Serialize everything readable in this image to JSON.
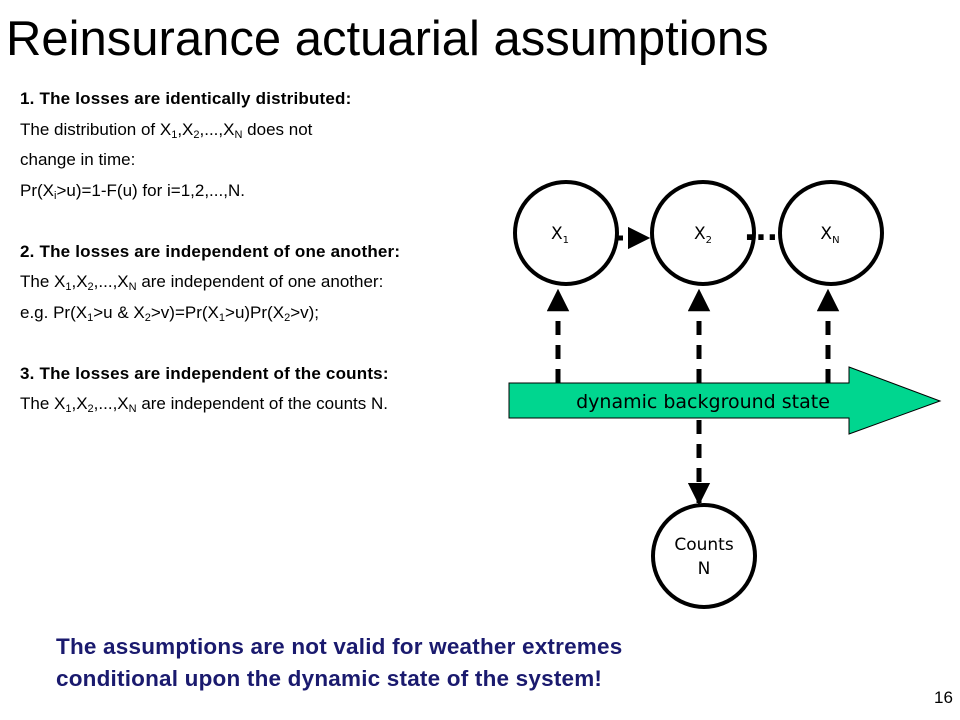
{
  "title": "Reinsurance actuarial assumptions",
  "assumptions": [
    {
      "heading": "1. The losses are identically distributed:",
      "lines": [
        [
          "The distribution of X",
          "1",
          ",X",
          "2",
          ",...,X",
          "N",
          "  does not"
        ],
        [
          "change in time:"
        ],
        [
          "Pr(X",
          "i",
          ">u)=1-F(u)  for i=1,2,...,N."
        ]
      ]
    },
    {
      "heading": "2. The losses are independent of one another:",
      "lines": [
        [
          "The X",
          "1",
          ",X",
          "2",
          ",...,X",
          "N",
          " are independent of one another:"
        ],
        [
          "e.g. Pr(X",
          "1",
          ">u & X",
          "2",
          ">v)=Pr(X",
          "1",
          ">u)Pr(X",
          "2",
          ">v);"
        ]
      ]
    },
    {
      "heading": "3. The losses are independent of the counts:",
      "lines": [
        [
          "The X",
          "1",
          ",X",
          "2",
          ",...,X",
          "N",
          " are independent of the counts N."
        ]
      ]
    }
  ],
  "diagram": {
    "nodes": [
      {
        "base": "X",
        "sub": "1"
      },
      {
        "base": "X",
        "sub": "2"
      },
      {
        "base": "X",
        "sub": "N"
      }
    ],
    "ellipsis": "...",
    "arrow_label": "dynamic background state",
    "counts_label": [
      "Counts",
      "N"
    ],
    "arrow_color": "#00d68f"
  },
  "conclusion": [
    "The assumptions are not valid for weather extremes",
    "conditional upon the dynamic state of the system!"
  ],
  "conclusion_color": "#1a1a6e",
  "page_number": "16"
}
